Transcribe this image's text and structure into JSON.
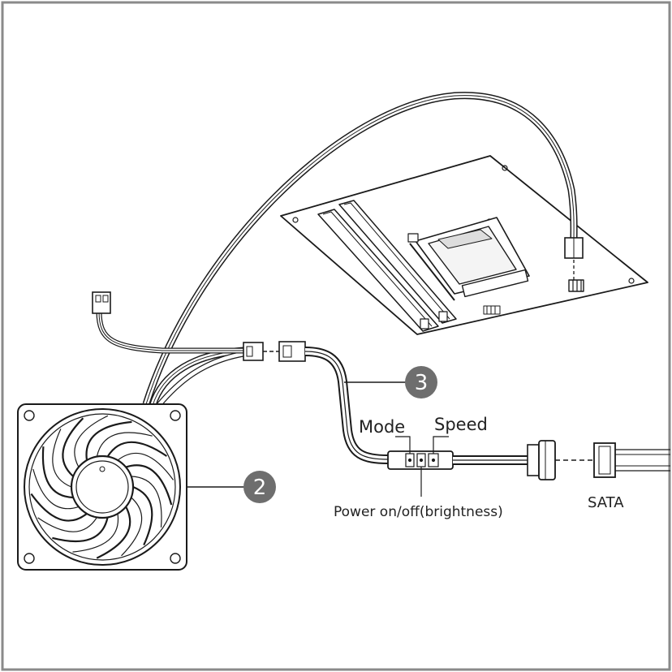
{
  "labels": {
    "mode": "Mode",
    "speed": "Speed",
    "power": "Power on/off(brightness)",
    "sata": "SATA"
  },
  "callouts": {
    "fan": "2",
    "cable": "3"
  },
  "colors": {
    "frame": "#8a8a8a",
    "line": "#1a1a1a",
    "callout_fill": "#6e6e6e",
    "callout_text": "#ffffff"
  }
}
